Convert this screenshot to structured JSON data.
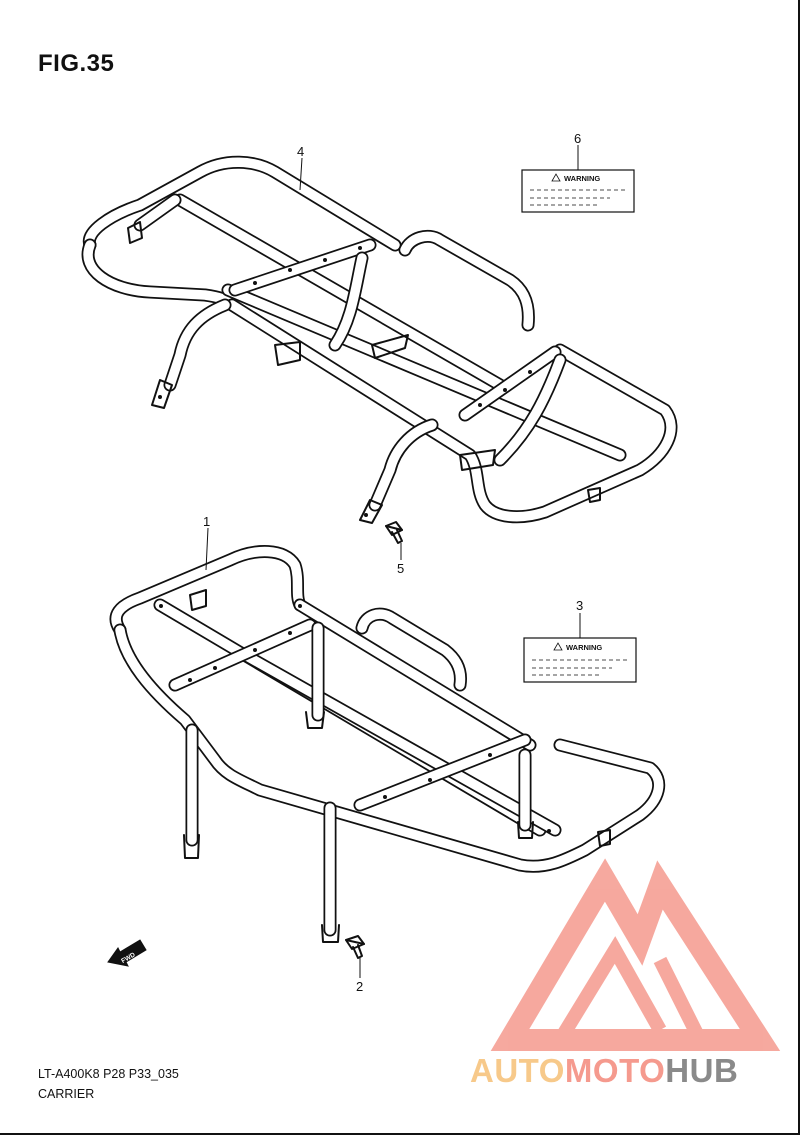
{
  "figure": {
    "title": "FIG.35"
  },
  "callouts": {
    "p1": "1",
    "p2": "2",
    "p3": "3",
    "p4": "4",
    "p5": "5",
    "p6": "6"
  },
  "labels": {
    "warning_text": "WARNING",
    "fwd_text": "FWD"
  },
  "footer": {
    "code": "LT-A400K8 P28 P33_035",
    "name": "CARRIER"
  },
  "watermark": {
    "part1": "AUTO",
    "part2": "MOTO",
    "part3": "HUB",
    "colors": {
      "part1": "#f7c98a",
      "part2": "#f59a8e",
      "part3": "#8a8a8a"
    }
  }
}
